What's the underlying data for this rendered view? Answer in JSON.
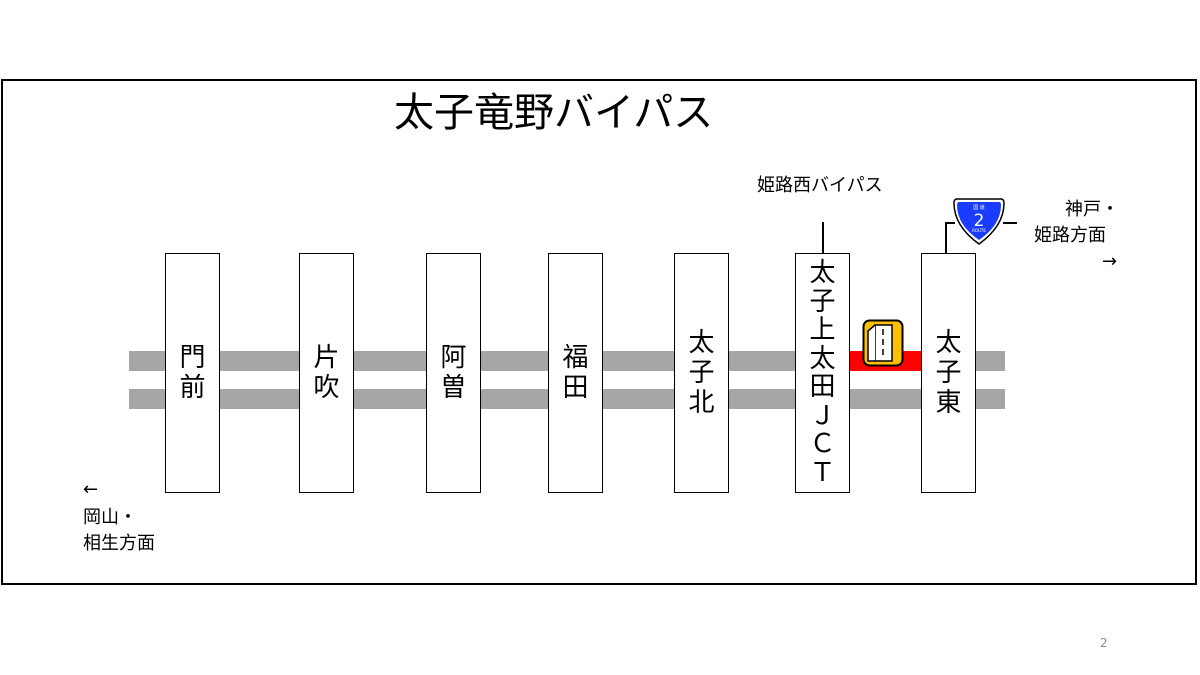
{
  "title": "太子竜野バイパス",
  "stations": [
    {
      "id": "mon-mae",
      "chars": [
        "門",
        "前"
      ]
    },
    {
      "id": "katabuki",
      "chars": [
        "片",
        "吹"
      ]
    },
    {
      "id": "aso",
      "chars": [
        "阿",
        "曽"
      ]
    },
    {
      "id": "fukuda",
      "chars": [
        "福",
        "田"
      ]
    },
    {
      "id": "taishi-kita",
      "chars": [
        "太",
        "子",
        "北"
      ]
    },
    {
      "id": "taishi-kamiota-jct",
      "chars": [
        "太",
        "子",
        "上",
        "太",
        "田",
        "Ｊ",
        "Ｃ",
        "Ｔ"
      ]
    },
    {
      "id": "taishi-higashi",
      "chars": [
        "太",
        "子",
        "東"
      ]
    }
  ],
  "connection_label": "姫路西バイパス",
  "route_shield": {
    "top_text": "国 道",
    "number": "2",
    "bottom_text": "ROUTE",
    "color": "#1a3cff"
  },
  "east_direction": {
    "line1": "神戸・",
    "line2": "姫路方面",
    "arrow": "→"
  },
  "west_direction": {
    "arrow": "←",
    "line1": "岡山・",
    "line2": "相生方面"
  },
  "colors": {
    "road": "#a6a6a6",
    "closed_section": "#ff0000",
    "warning_icon": "#ffc000"
  },
  "page_number": "2"
}
